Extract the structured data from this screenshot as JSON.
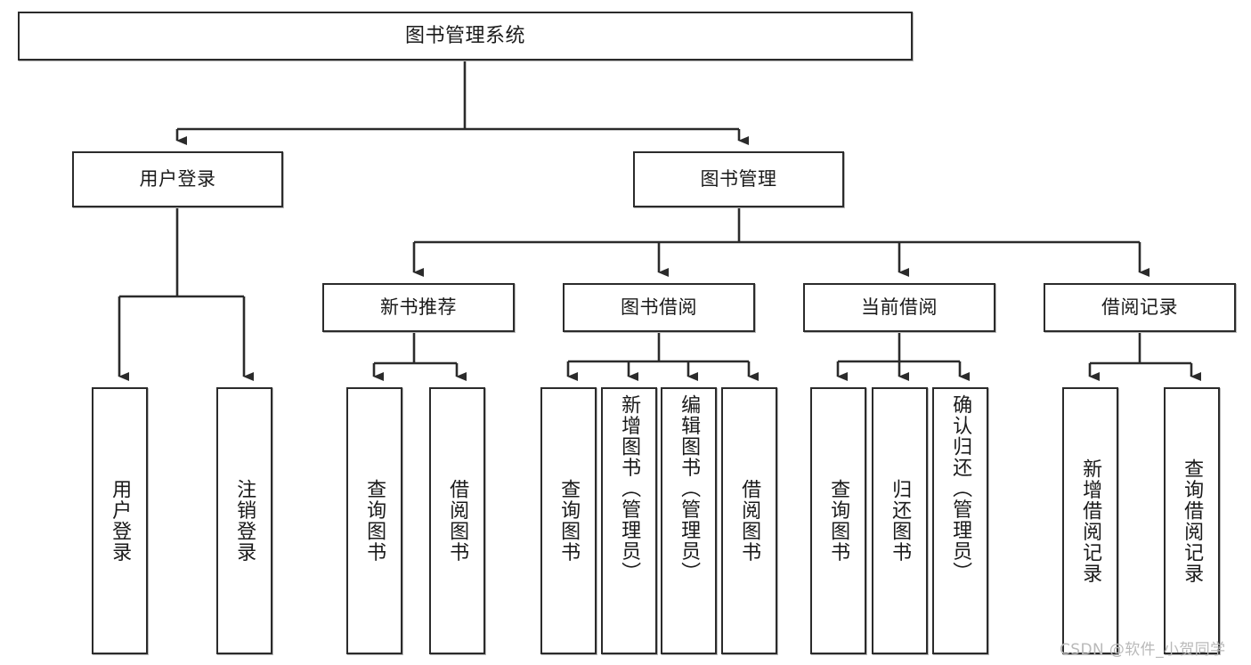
{
  "diagram": {
    "title": "图书管理系统",
    "type": "tree-hierarchy-chart",
    "root": {
      "id": "root",
      "label": "图书管理系统"
    },
    "level2": [
      {
        "id": "user-login",
        "label": "用户登录"
      },
      {
        "id": "book-manage",
        "label": "图书管理"
      }
    ],
    "level3": [
      {
        "id": "new-book-recommend",
        "label": "新书推荐"
      },
      {
        "id": "book-borrow",
        "label": "图书借阅"
      },
      {
        "id": "current-borrow",
        "label": "当前借阅"
      },
      {
        "id": "borrow-record",
        "label": "借阅记录"
      }
    ],
    "leaves": {
      "user_login": [
        {
          "id": "leaf-user-login",
          "label": "用户登录"
        },
        {
          "id": "leaf-user-logout",
          "label": "注销登录"
        }
      ],
      "new_book_recommend": [
        {
          "id": "leaf-query-book-1",
          "label": "查询图书"
        },
        {
          "id": "leaf-borrow-book-1",
          "label": "借阅图书"
        }
      ],
      "book_borrow": [
        {
          "id": "leaf-query-book-2",
          "label": "查询图书"
        },
        {
          "id": "leaf-add-book",
          "label": "新增图书（管理员）"
        },
        {
          "id": "leaf-edit-book",
          "label": "编辑图书（管理员）"
        },
        {
          "id": "leaf-borrow-book-2",
          "label": "借阅图书"
        }
      ],
      "current_borrow": [
        {
          "id": "leaf-query-book-3",
          "label": "查询图书"
        },
        {
          "id": "leaf-return-book",
          "label": "归还图书"
        },
        {
          "id": "leaf-confirm-return",
          "label": "确认归还（管理员）"
        }
      ],
      "borrow_record": [
        {
          "id": "leaf-add-record",
          "label": "新增借阅记录"
        },
        {
          "id": "leaf-query-record",
          "label": "查询借阅记录"
        }
      ]
    }
  },
  "watermark": {
    "text": "CSDN @软件_小贺同学"
  },
  "colors": {
    "stroke": "#2b2b2b",
    "fill": "#ffffff",
    "text": "#1a1a1a",
    "watermark": "#b9b9b9"
  }
}
